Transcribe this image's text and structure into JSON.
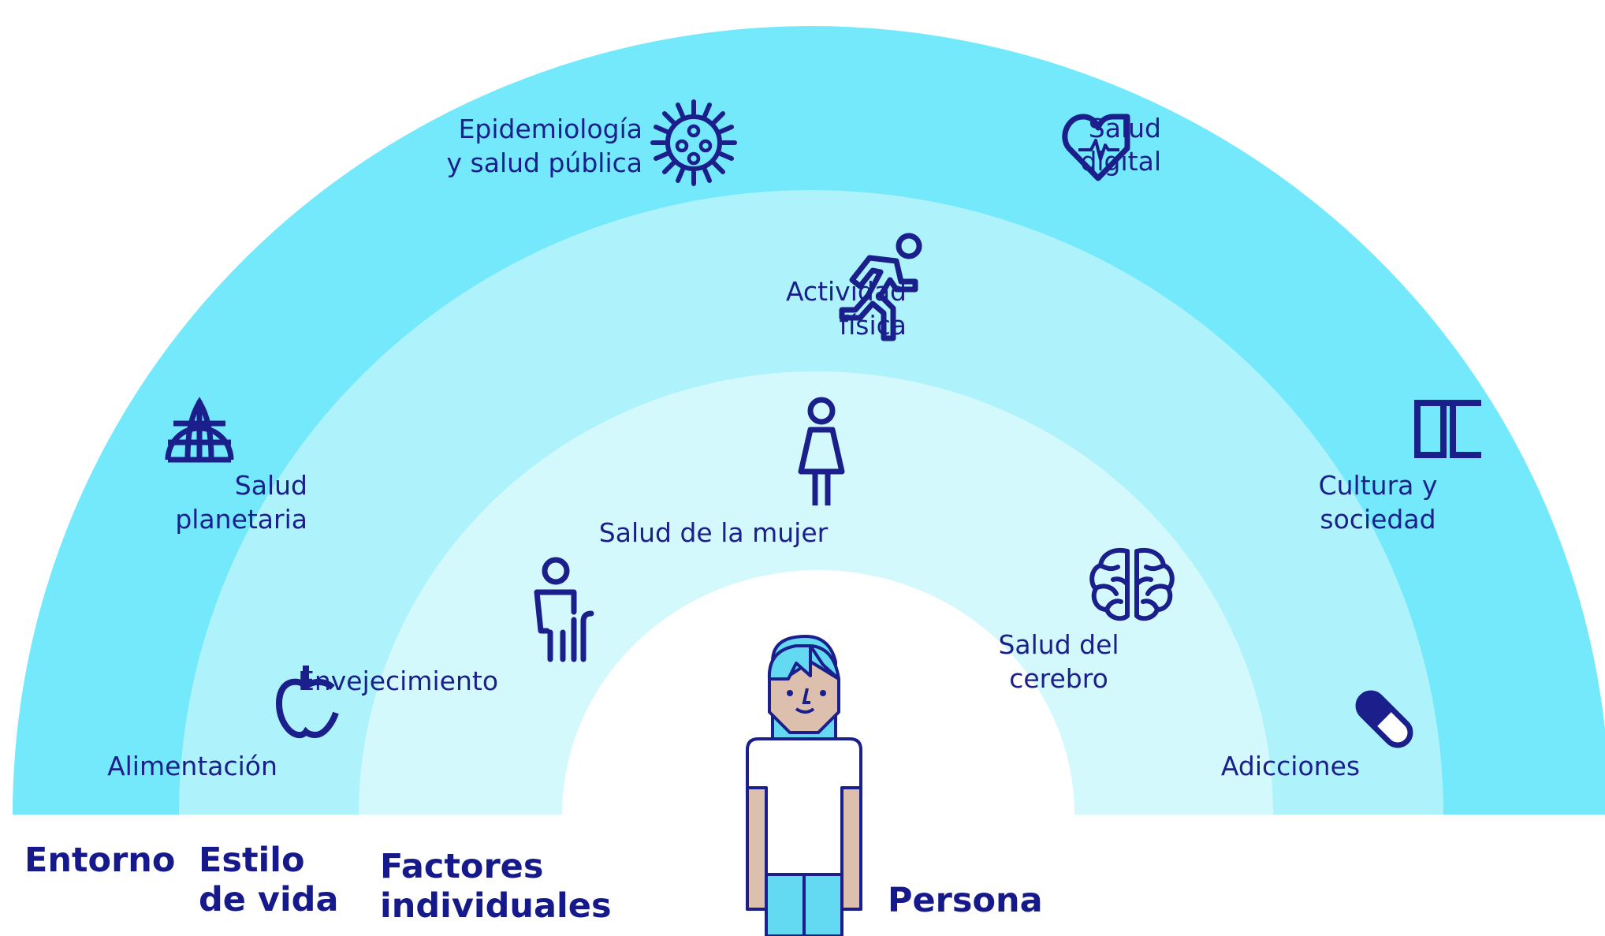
{
  "colors": {
    "outer_ring": "#73e9fb",
    "middle_ring": "#aef2fb",
    "inner_ring": "#d4f9fd",
    "center": "#ffffff",
    "ink": "#1a1f8c",
    "skin": "#dcbfac",
    "hair": "#63d9f2"
  },
  "rings": {
    "entorno": "Entorno",
    "estilo_1": "Estilo",
    "estilo_2": "de vida",
    "factores_1": "Factores",
    "factores_2": "individuales",
    "persona": "Persona"
  },
  "topics": {
    "epidemiologia_1": "Epidemiología",
    "epidemiologia_2": "y salud pública",
    "salud_digital_1": "Salud",
    "salud_digital_2": "digital",
    "actividad_1": "Actividad",
    "actividad_2": "física",
    "salud_planetaria_1": "Salud",
    "salud_planetaria_2": "planetaria",
    "cultura_1": "Cultura y",
    "cultura_2": "sociedad",
    "salud_mujer": "Salud de la mujer",
    "envejecimiento": "Envejecimiento",
    "cerebro_1": "Salud del",
    "cerebro_2": "cerebro",
    "alimentacion": "Alimentación",
    "adicciones": "Adicciones"
  },
  "icons": [
    "virus-icon",
    "heart-pulse-icon",
    "running-person-icon",
    "globe-icon",
    "book-icon",
    "woman-icon",
    "elderly-person-icon",
    "brain-icon",
    "apple-icon",
    "pill-icon"
  ]
}
